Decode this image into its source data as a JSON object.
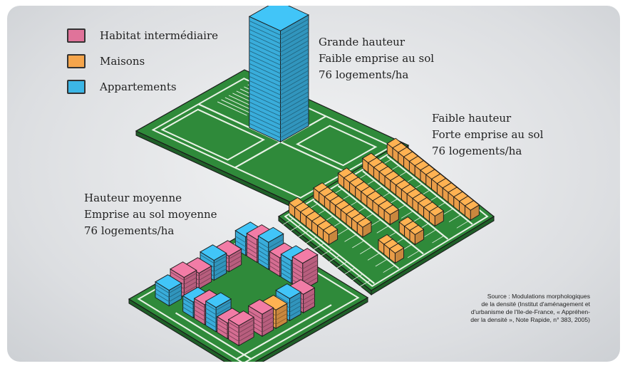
{
  "legend": [
    {
      "label": "Habitat intermédiaire",
      "color": "#e0739a"
    },
    {
      "label": "Maisons",
      "color": "#f5a54c"
    },
    {
      "label": "Appartements",
      "color": "#3cb6e6"
    }
  ],
  "captions": {
    "tall": [
      "Grande hauteur",
      "Faible emprise au sol",
      "76 logements/ha"
    ],
    "low": [
      "Faible hauteur",
      "Forte emprise au sol",
      "76 logements/ha"
    ],
    "medium": [
      "Hauteur moyenne",
      "Emprise au sol moyenne",
      "76 logements/ha"
    ]
  },
  "source": [
    "Source : Modulations morphologiques",
    "de la densité (Institut d'aménagement et",
    "d'urbanisme de l'Ile-de-France, « Appréhen-",
    "der la densité », Note Rapide, n° 383, 2005)"
  ],
  "colors": {
    "ground": "#2f8a3a",
    "ground_side": "#1f5e28",
    "road": "#e9f2e6",
    "outline": "#1a1a1a"
  }
}
